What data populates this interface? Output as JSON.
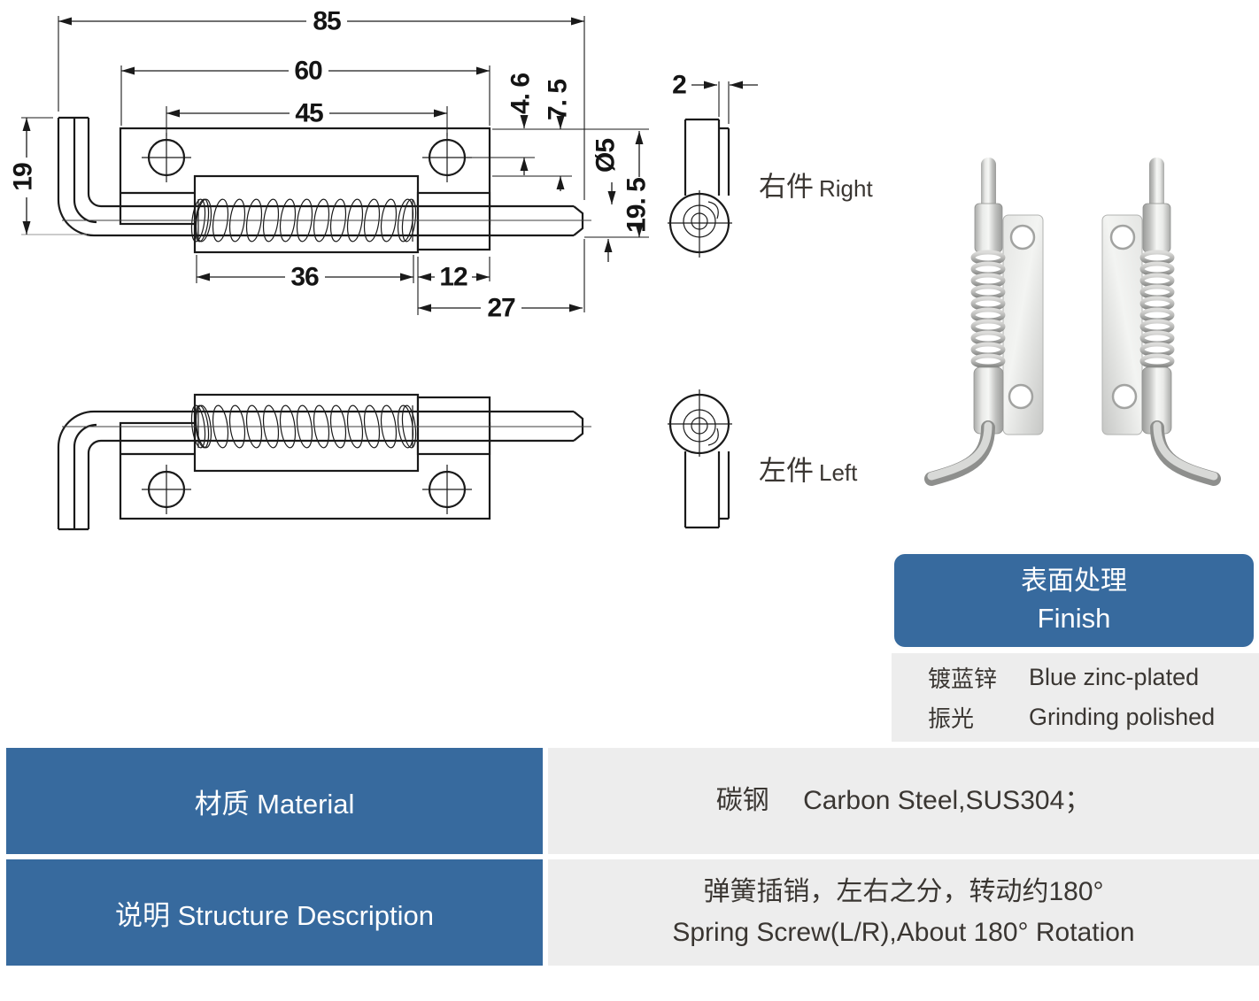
{
  "colors": {
    "accent_blue": "#376a9e",
    "panel_gray": "#ededed",
    "line_black": "#1a1a1a",
    "text_dark": "#3a3632"
  },
  "drawing": {
    "dims": {
      "total_length": "85",
      "plate_length": "60",
      "hole_spacing": "45",
      "hole_offset": "4. 6",
      "housing_offset": "7. 5",
      "pin_diameter": "Ø5",
      "bracket_height": "19",
      "side_height": "19. 5",
      "spring_section": "36",
      "block_section": "12",
      "pin_length": "27",
      "plate_thickness": "2"
    },
    "labels": {
      "right_cn": "右件",
      "right_en": "Right",
      "left_cn": "左件",
      "left_en": "Left"
    }
  },
  "finish_panel": {
    "title_cn": "表面处理",
    "title_en": "Finish",
    "rows": [
      {
        "cn": "镀蓝锌",
        "en": "Blue zinc-plated"
      },
      {
        "cn": "振光",
        "en": "Grinding polished"
      }
    ]
  },
  "spec_table": {
    "rows": [
      {
        "label": "材质 Material",
        "lines": [
          "碳钢　 Carbon Steel,SUS304；"
        ]
      },
      {
        "label": "说明 Structure Description",
        "lines": [
          "弹簧插销，左右之分，转动约180°",
          "Spring Screw(L/R),About 180° Rotation"
        ]
      }
    ]
  }
}
